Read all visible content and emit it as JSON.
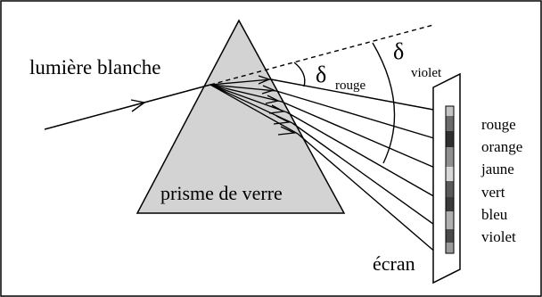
{
  "labels": {
    "incident_light": "lumière blanche",
    "prism": "prisme de verre",
    "delta_symbol": "δ",
    "delta_red_sub": "rouge",
    "delta_violet_sub": "violet",
    "screen": "écran"
  },
  "spectrum": [
    "rouge",
    "orange",
    "jaune",
    "vert",
    "bleu",
    "violet"
  ],
  "colors": {
    "prism_fill": "#d3d3d3",
    "stroke": "#000000",
    "background": "#ffffff"
  }
}
